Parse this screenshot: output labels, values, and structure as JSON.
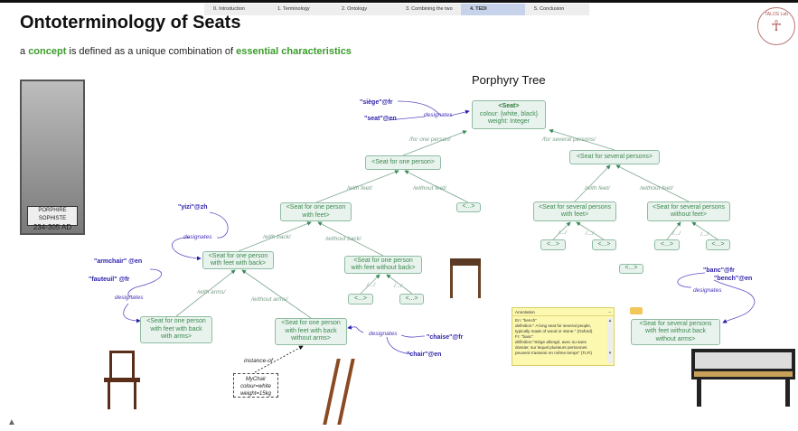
{
  "tabs": [
    "0. Introduction",
    "1. Terminology",
    "2. Ontology",
    "3. Combining the two",
    "4. TEDI",
    "5. Conclusion"
  ],
  "active_tab": "4. TEDI",
  "title": "Ontoterminology of Seats",
  "subtitle": {
    "p1": "a ",
    "concept": "concept",
    "p2": " is defined as a unique combination of ",
    "ess": "essential characteristics"
  },
  "tree_title": "Porphyry Tree",
  "portrait": {
    "line1": "PORPHIRE SOPHISTE",
    "line2": "234-305 AD"
  },
  "logo": "TALOS Lab",
  "nodes": {
    "seat": {
      "name": "<Seat>",
      "l2": "colour: {white, black}",
      "l3": "weight: Integer"
    },
    "one": "<Seat for one person>",
    "several": "<Seat for several persons>",
    "one_feet": [
      "<Seat for one person",
      "with feet>"
    ],
    "etc": "<...>",
    "sev_feet": [
      "<Seat for several persons",
      "with feet>"
    ],
    "sev_nofeet": [
      "<Seat for several persons",
      "without feet>"
    ],
    "back": [
      "<Seat for one person",
      "with feet with back>"
    ],
    "noback": [
      "<Seat for one person",
      "with feet without back>"
    ],
    "arms": [
      "<Seat for one person",
      "with feet with back",
      "with arms>"
    ],
    "noarms": [
      "<Seat for one person",
      "with feet with back",
      "without arms>"
    ],
    "bench": [
      "<Seat for several persons",
      "with feet without back",
      "without arms>"
    ]
  },
  "edge_labels": {
    "one": "/for one person/",
    "several": "/for several persons/",
    "with_feet": "/with feet/",
    "without_feet": "/without feet/",
    "with_back": "/with back/",
    "without_back": "/without back/",
    "with_arms": "/with arms/",
    "without_arms": "/without arms/",
    "dots": "/.../"
  },
  "terms": {
    "siege": "\"siège\"@fr",
    "seat": "\"seat\"@en",
    "yizi": "\"yizi\"@zh",
    "armchair": "\"armchair\" @en",
    "fauteuil": "\"fauteuil\" @fr",
    "chaise": "\"chaise\"@fr",
    "chair": "\"chair\"@en",
    "banc": "\"banc\"@fr",
    "bench": "\"bench\"@en"
  },
  "designates": "designates",
  "instance_of": "instance-of",
  "mychair": [
    "MyChair",
    "colour=white",
    "weight=15kg"
  ],
  "annotation": {
    "title": "Annotation",
    "btn": "–",
    "lines": [
      "En: \"bench\"",
      "definition:\" A long seat for several people,",
      "typically made of wood or stone.\" (Oxford)",
      "Fr: \"banc\"",
      "définition:\"Siège allongé, avec ou sans",
      "dossier, sur lequel plusieurs personnes",
      "peuvent s'asseoir en même temps\" (TLFi)"
    ]
  }
}
